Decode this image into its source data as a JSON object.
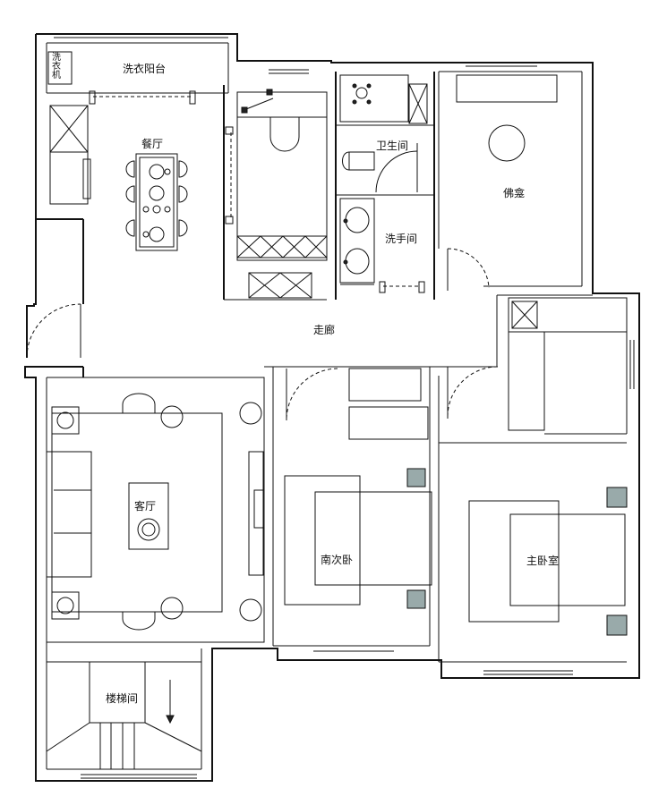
{
  "rooms": {
    "laundry_balcony": "洗衣阳台",
    "washing_machine": "洗衣机",
    "dining": "餐厅",
    "bathroom": "卫生间",
    "shrine": "佛龛",
    "washroom": "洗手间",
    "corridor": "走廊",
    "living": "客厅",
    "south_bedroom": "南次卧",
    "master_bedroom": "主卧室",
    "stairwell": "楼梯间"
  }
}
